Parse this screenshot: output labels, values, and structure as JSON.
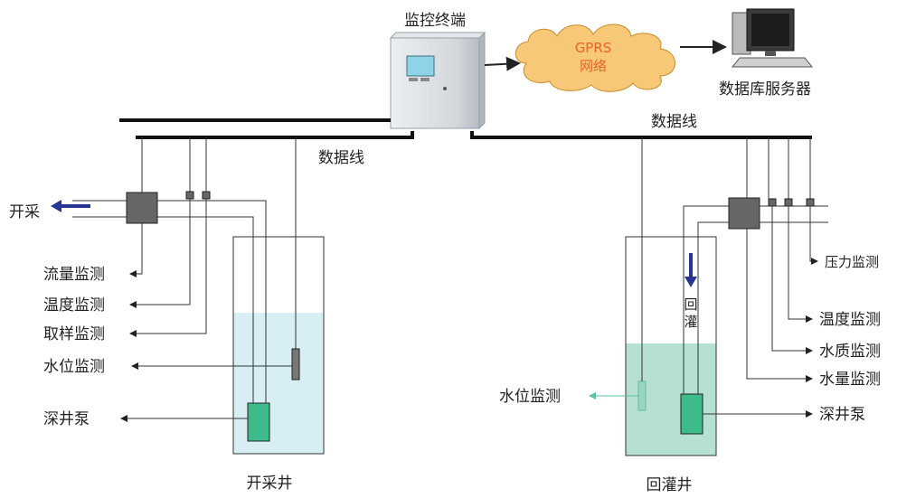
{
  "terminal": {
    "label": "监控终端"
  },
  "cloud": {
    "line1": "GPRS",
    "line2": "网络"
  },
  "server": {
    "label": "数据库服务器"
  },
  "datalines": {
    "left": "数据线",
    "right": "数据线"
  },
  "left_well": {
    "name": "开采井",
    "outflow": "开采",
    "labels": [
      "流量监测",
      "温度监测",
      "取样监测",
      "水位监测",
      "深井泵"
    ]
  },
  "right_well": {
    "name": "回灌井",
    "inflow_chars": [
      "回",
      "灌"
    ],
    "water_level": "水位监测",
    "labels": [
      "压力监测",
      "温度监测",
      "水质监测",
      "水量监测",
      "深井泵"
    ]
  },
  "colors": {
    "left_water": "#d6eef4",
    "right_water": "#b6e0d2",
    "pump": "#3dbb8a",
    "arrow_blue": "#283593",
    "cloud": "#f7c878",
    "cloud_text": "#e9632a",
    "teal_arrow": "#5ac0a0"
  }
}
